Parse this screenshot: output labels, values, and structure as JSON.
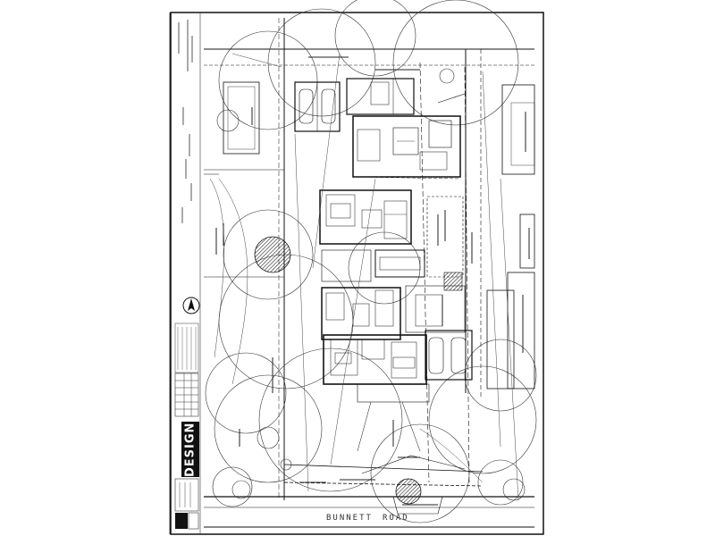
{
  "drawing": {
    "road_name_part1": "BUNNETT",
    "road_name_part2": "ROAD",
    "brand_text": "DESIGN"
  },
  "colors": {
    "ink": "#111111",
    "paper": "#ffffff",
    "hatch": "#555555"
  }
}
